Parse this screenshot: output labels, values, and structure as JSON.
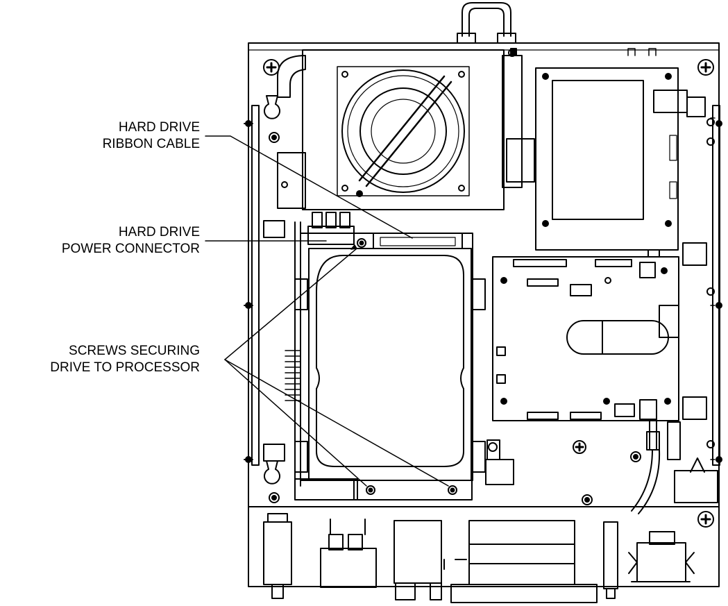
{
  "callouts": {
    "ribbon_cable": {
      "line1": "HARD DRIVE",
      "line2": "RIBBON CABLE"
    },
    "power_connector": {
      "line1": "HARD DRIVE",
      "line2": "POWER CONNECTOR"
    },
    "screws": {
      "line1": "SCREWS SECURING",
      "line2": "DRIVE TO PROCESSOR"
    }
  },
  "colors": {
    "ink": "#000000",
    "paper": "#ffffff"
  }
}
